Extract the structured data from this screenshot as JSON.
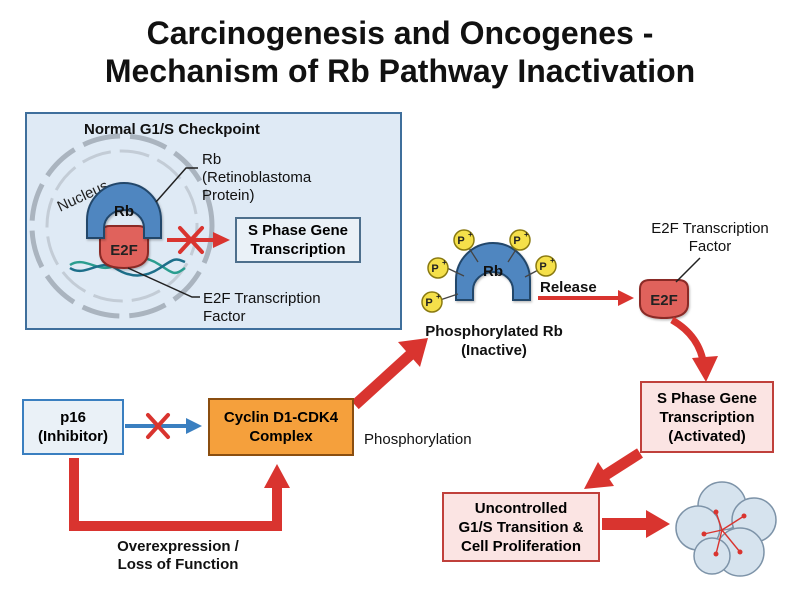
{
  "title": {
    "line1": "Carcinogenesis and Oncogenes -",
    "line2": "Mechanism of Rb Pathway Inactivation"
  },
  "normal_panel": {
    "heading": "Normal G1/S Checkpoint",
    "nucleus_label": "Nucleus",
    "rb_label": "Rb",
    "e2f_label": "E2F",
    "rb_callout": [
      "Rb",
      "(Retinoblastoma",
      "Protein)"
    ],
    "s_phase_box": [
      "S Phase Gene",
      "Transcription"
    ],
    "e2f_callout": [
      "E2F Transcription",
      "Factor"
    ]
  },
  "pathway": {
    "p16_box": [
      "p16",
      "(Inhibitor)"
    ],
    "cdk_box": [
      "Cyclin D1-CDK4",
      "Complex"
    ],
    "phosphorylation_label": "Phosphorylation",
    "overexpression_label": [
      "Overexpression /",
      "Loss of Function"
    ],
    "phospho_rb_label": "Rb",
    "phospho_marker": "P",
    "phospho_rb_caption": [
      "Phosphorylated Rb",
      "(Inactive)"
    ],
    "release_label": "Release",
    "e2f_factor_label": [
      "E2F Transcription",
      "Factor"
    ],
    "e2f_free_label": "E2F",
    "s_phase_activated": [
      "S Phase Gene",
      "Transcription",
      "(Activated)"
    ],
    "uncontrolled_box": [
      "Uncontrolled",
      "G1/S Transition &",
      "Cell Proliferation"
    ]
  },
  "colors": {
    "rb_blue": "#4f86c0",
    "e2f_red": "#e0625c",
    "arrow_red": "#d9342f",
    "cdk_orange": "#f5a03c",
    "inhibit_blue": "#3a7fc0",
    "phospho_yellow": "#f5e04a",
    "panel_bg": "#dfeaf5"
  },
  "icons": [
    "inhibition-x-icon",
    "cell-cluster-icon",
    "dna-strand-icon",
    "phosphate-icon"
  ]
}
